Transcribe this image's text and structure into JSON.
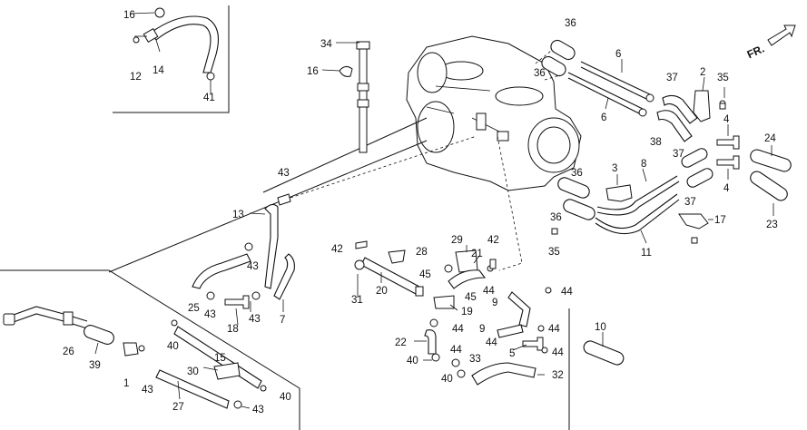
{
  "direction_mark": "FR.",
  "callouts": {
    "c1": "1",
    "c2": "2",
    "c3": "3",
    "c4a": "4",
    "c4b": "4",
    "c5": "5",
    "c6a": "6",
    "c6b": "6",
    "c7": "7",
    "c8": "8",
    "c9a": "9",
    "c9b": "9",
    "c10": "10",
    "c11": "11",
    "c12": "12",
    "c13": "13",
    "c14": "14",
    "c15": "15",
    "c16a": "16",
    "c16b": "16",
    "c17": "17",
    "c18": "18",
    "c19": "19",
    "c20": "20",
    "c21": "21",
    "c22": "22",
    "c23": "23",
    "c24": "24",
    "c25": "25",
    "c26": "26",
    "c27": "27",
    "c28": "28",
    "c29": "29",
    "c30": "30",
    "c31": "31",
    "c32": "32",
    "c33": "33",
    "c34": "34",
    "c35a": "35",
    "c35b": "35",
    "c36a": "36",
    "c36b": "36",
    "c36c": "36",
    "c36d": "36",
    "c37a": "37",
    "c37b": "37",
    "c37c": "37",
    "c38": "38",
    "c39": "39",
    "c40a": "40",
    "c40b": "40",
    "c40c": "40",
    "c40d": "40",
    "c41": "41",
    "c42a": "42",
    "c42b": "42",
    "c43a": "43",
    "c43b": "43",
    "c43c": "43",
    "c43d": "43",
    "c43e": "43",
    "c43f": "43",
    "c44a": "44",
    "c44b": "44",
    "c44c": "44",
    "c44d": "44",
    "c44e": "44",
    "c44f": "44",
    "c44g": "44",
    "c45a": "45",
    "c45b": "45"
  }
}
